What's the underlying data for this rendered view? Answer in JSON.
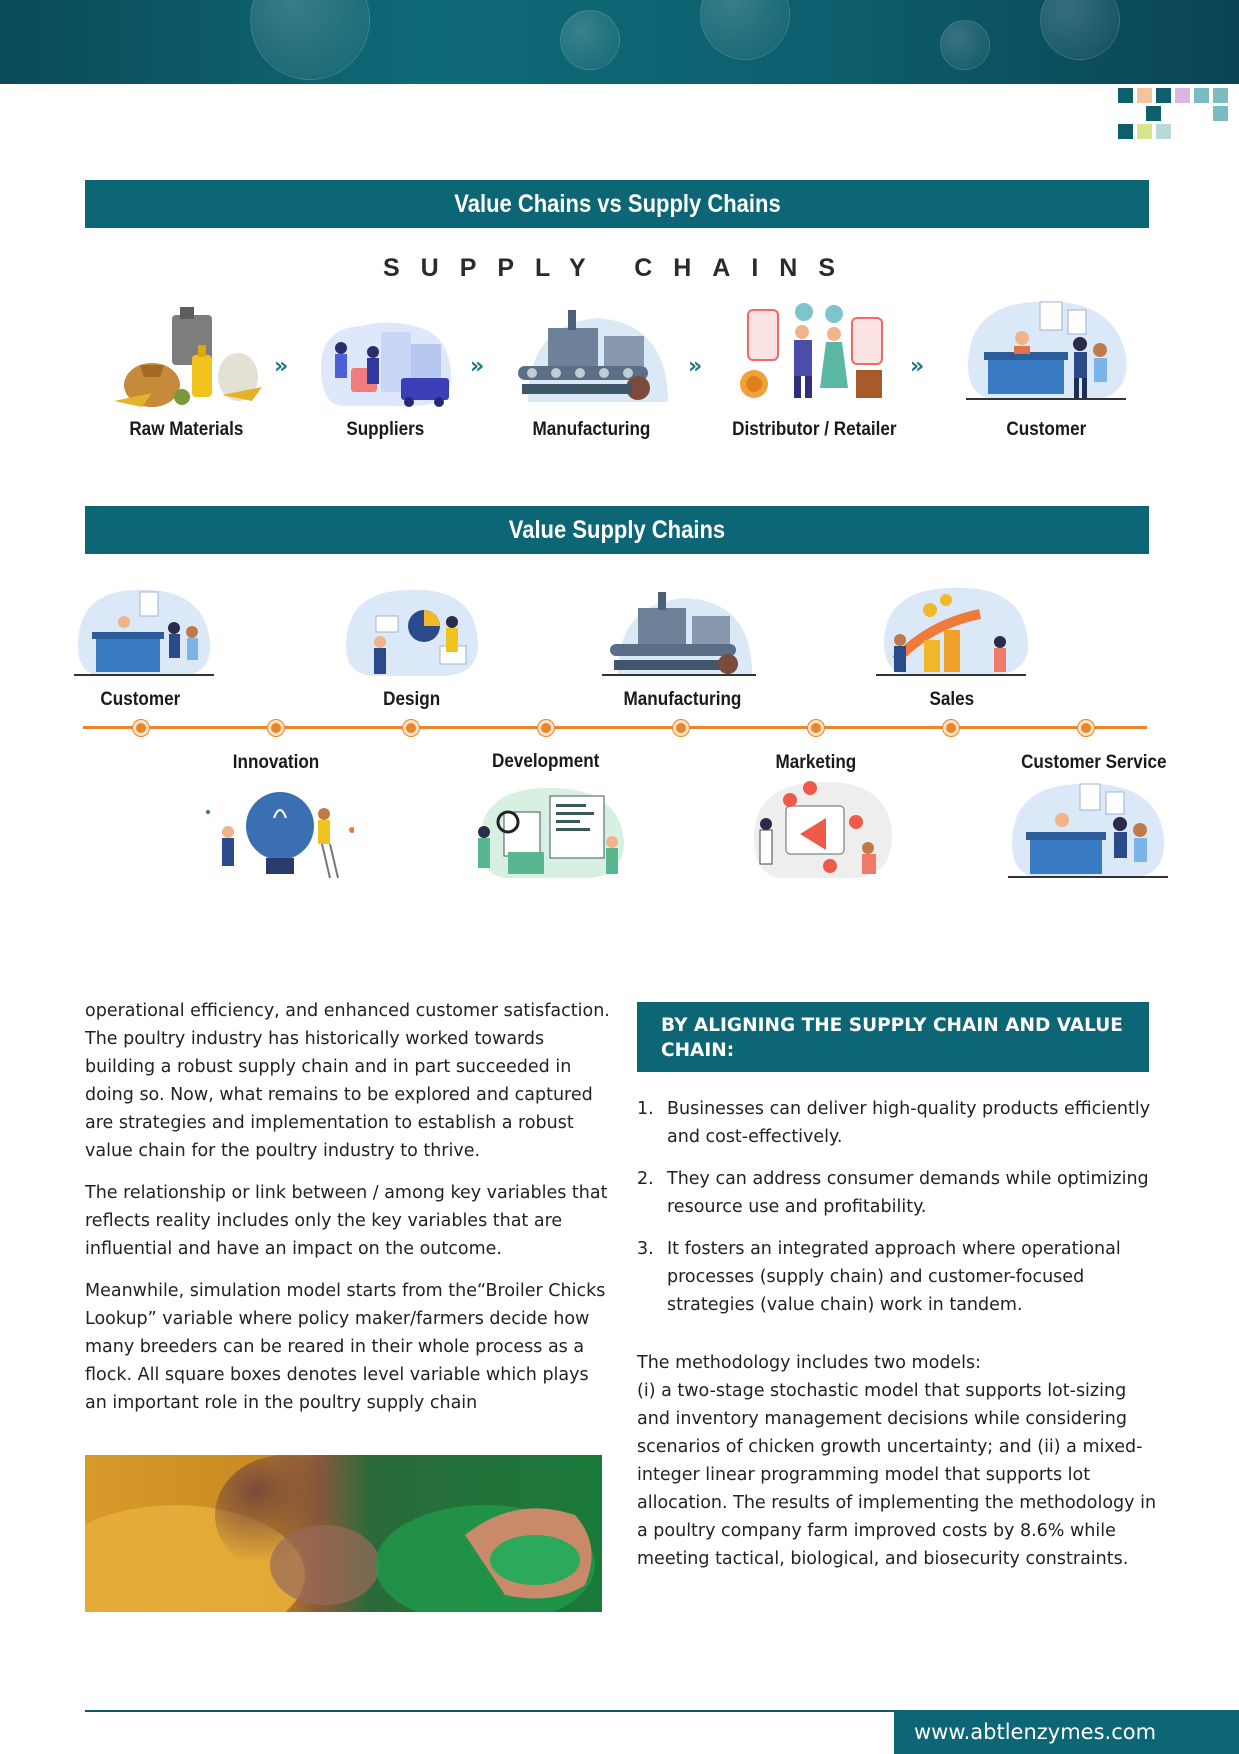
{
  "header": {
    "url": "www.abtlenzymes.com"
  },
  "section1": {
    "title": "Value Chains vs Supply Chains",
    "subheading": "SUPPLY CHAINS",
    "steps": [
      "Raw Materials",
      "Suppliers",
      "Manufacturing",
      "Distributor / Retailer",
      "Customer"
    ]
  },
  "section2": {
    "title": "Value Supply Chains",
    "top_labels": [
      "Customer",
      "Design",
      "Manufacturing",
      "Sales"
    ],
    "bottom_labels": [
      "Innovation",
      "Development",
      "Marketing",
      "Customer Service"
    ]
  },
  "left_text": {
    "p1": "operational efficiency, and enhanced customer satisfaction. The poultry industry has historically worked towards building a robust supply chain and in part succeeded in doing so. Now, what remains to be explored and captured are strategies and implementation to establish a robust value chain for the poultry industry to thrive.",
    "p2": "The relationship or link between / among key variables that reflects reality includes only the key variables that are influential and have an impact on the outcome.",
    "p3": "Meanwhile, simulation model starts from the“Broiler Chicks Lookup” variable where policy maker/farmers decide how many breeders can be reared in their whole process as a flock. All square boxes denotes level variable which plays an important role in the poultry supply chain"
  },
  "callout": {
    "title": "BY ALIGNING THE SUPPLY CHAIN AND VALUE CHAIN:"
  },
  "list": [
    {
      "num": "1.",
      "text": "Businesses can deliver high-quality products efficiently and cost-effectively."
    },
    {
      "num": "2.",
      "text": "They can address consumer demands while optimizing resource use and profitability."
    },
    {
      "num": "3.",
      "text": "It fosters an integrated approach where operational processes (supply chain) and customer-focused strategies (value chain) work in tandem."
    }
  ],
  "methodology": {
    "intro": "The methodology includes two models:",
    "body": "(i) a two-stage stochastic model that supports lot-sizing and inventory management decisions while considering scenarios of chicken growth uncertainty; and (ii) a mixed-integer linear programming model that supports lot allocation. The results of implementing the methodology in a poultry company farm improved costs by 8.6% while meeting tactical, biological, and biosecurity constraints."
  },
  "colors": {
    "teal": "#0c6675",
    "orange": "#e8862a",
    "accent_blue": "#3a7cc4"
  }
}
